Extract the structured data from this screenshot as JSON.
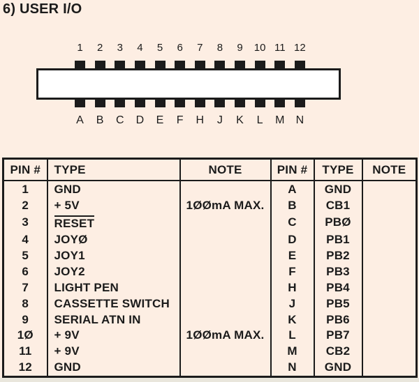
{
  "page": {
    "title": "6) USER I/O",
    "colors": {
      "background": "#fdeee3",
      "ink": "#1b1b1b",
      "connector_fill": "#ffffff",
      "paper_edge": "#e9e6dc"
    }
  },
  "connector": {
    "top_pin_numbers": [
      "1",
      "2",
      "3",
      "4",
      "5",
      "6",
      "7",
      "8",
      "9",
      "10",
      "11",
      "12"
    ],
    "bottom_pin_letters": [
      "A",
      "B",
      "C",
      "D",
      "E",
      "F",
      "H",
      "J",
      "K",
      "L",
      "M",
      "N"
    ]
  },
  "table": {
    "headers": [
      "PIN #",
      "TYPE",
      "NOTE",
      "PIN #",
      "TYPE",
      "NOTE"
    ],
    "left_rows": [
      {
        "pin": "1",
        "type": "GND",
        "note": ""
      },
      {
        "pin": "2",
        "type": "+ 5V",
        "note": "1ØØmA MAX."
      },
      {
        "pin": "3",
        "type": "RESET",
        "overline": true,
        "note": ""
      },
      {
        "pin": "4",
        "type": "JOYØ",
        "note": ""
      },
      {
        "pin": "5",
        "type": "JOY1",
        "note": ""
      },
      {
        "pin": "6",
        "type": "JOY2",
        "note": ""
      },
      {
        "pin": "7",
        "type": "LIGHT PEN",
        "note": ""
      },
      {
        "pin": "8",
        "type": "CASSETTE SWITCH",
        "note": ""
      },
      {
        "pin": "9",
        "type": "SERIAL ATN IN",
        "note": ""
      },
      {
        "pin": "1Ø",
        "type": "+ 9V",
        "note": "1ØØmA MAX."
      },
      {
        "pin": "11",
        "type": "+ 9V",
        "note": ""
      },
      {
        "pin": "12",
        "type": "GND",
        "note": ""
      }
    ],
    "right_rows": [
      {
        "pin": "A",
        "type": "GND",
        "note": ""
      },
      {
        "pin": "B",
        "type": "CB1",
        "note": ""
      },
      {
        "pin": "C",
        "type": "PBØ",
        "note": ""
      },
      {
        "pin": "D",
        "type": "PB1",
        "note": ""
      },
      {
        "pin": "E",
        "type": "PB2",
        "note": ""
      },
      {
        "pin": "F",
        "type": "PB3",
        "note": ""
      },
      {
        "pin": "H",
        "type": "PB4",
        "note": ""
      },
      {
        "pin": "J",
        "type": "PB5",
        "note": ""
      },
      {
        "pin": "K",
        "type": "PB6",
        "note": ""
      },
      {
        "pin": "L",
        "type": "PB7",
        "note": ""
      },
      {
        "pin": "M",
        "type": "CB2",
        "note": ""
      },
      {
        "pin": "N",
        "type": "GND",
        "note": ""
      }
    ]
  }
}
